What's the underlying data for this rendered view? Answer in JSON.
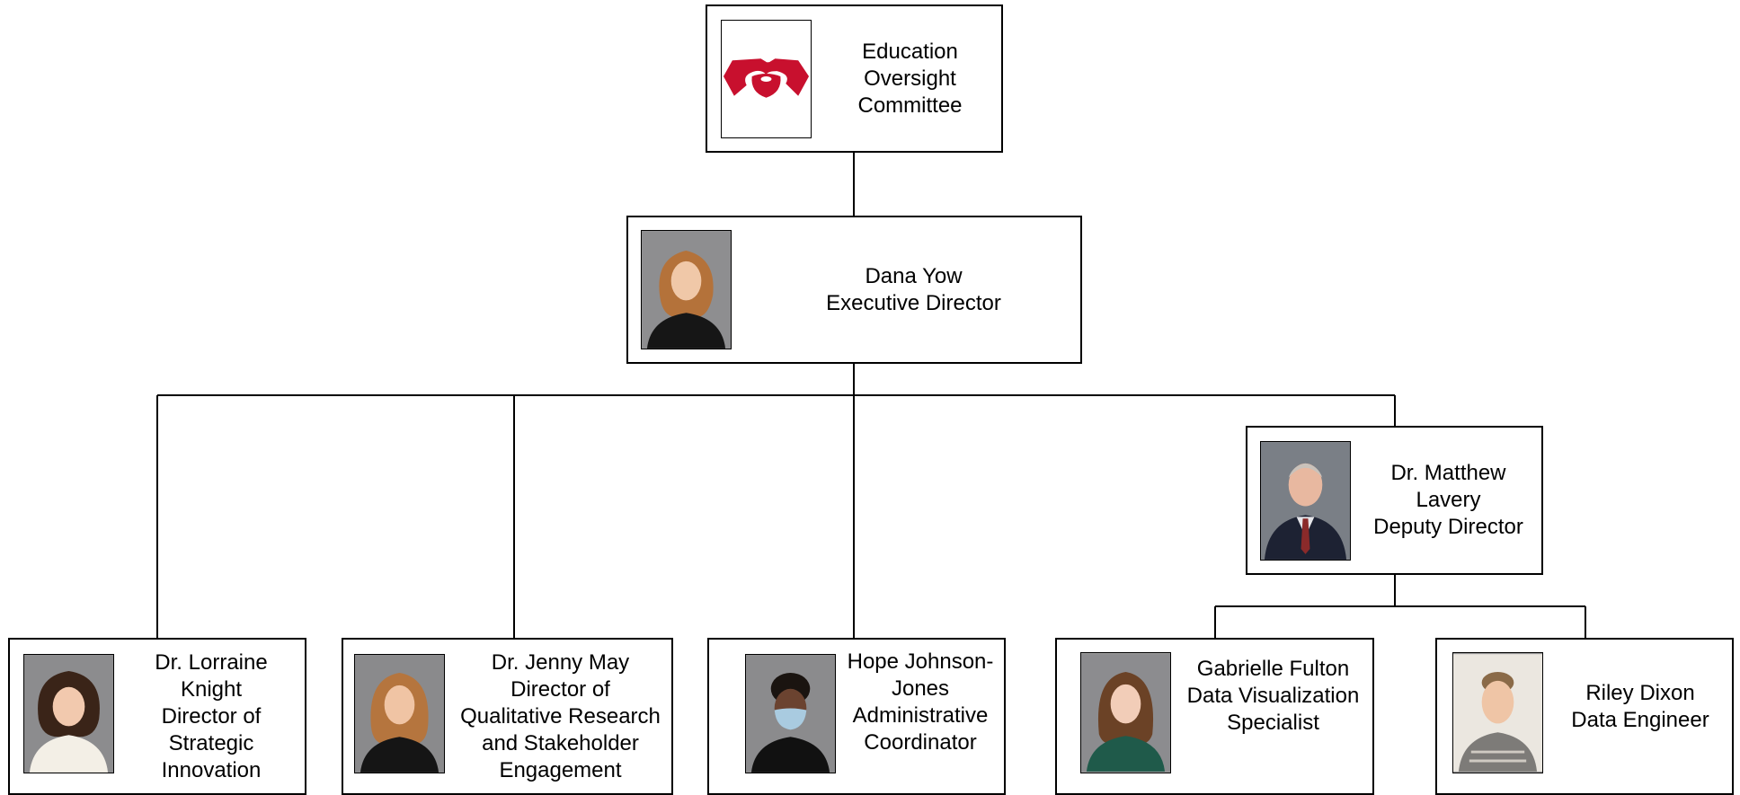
{
  "org_chart": {
    "committee": {
      "lines": [
        "Education",
        "Oversight",
        "Committee"
      ],
      "logo": "apple-hands-icon",
      "logo_color": "#C8102E"
    },
    "executive": {
      "lines": [
        "Dana Yow",
        "Executive Director"
      ]
    },
    "deputy": {
      "lines": [
        "Dr. Matthew",
        "Lavery",
        "Deputy Director"
      ]
    },
    "staff": [
      {
        "lines": [
          "Dr. Lorraine",
          "Knight",
          "Director of",
          "Strategic",
          "Innovation"
        ]
      },
      {
        "lines": [
          "Dr. Jenny May",
          "Director of",
          "Qualitative Research",
          "and Stakeholder",
          "Engagement"
        ]
      },
      {
        "lines": [
          "Hope Johnson-",
          "Jones",
          "Administrative",
          "Coordinator"
        ]
      },
      {
        "lines": [
          "Gabrielle Fulton",
          "Data Visualization",
          "Specialist"
        ]
      },
      {
        "lines": [
          "Riley Dixon",
          "Data Engineer"
        ]
      }
    ]
  }
}
